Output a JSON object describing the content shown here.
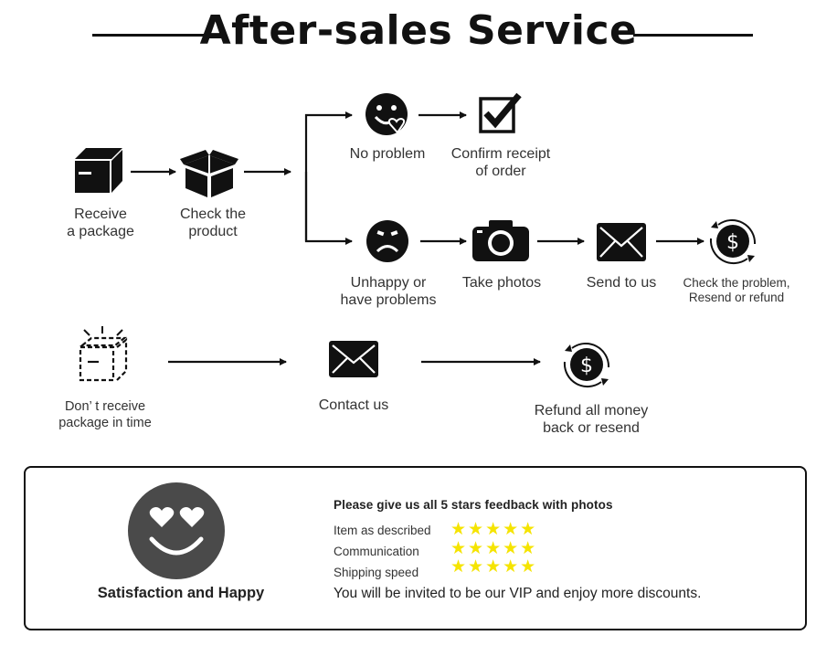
{
  "title": "After-sales Service",
  "flow": {
    "receive": "Receive\na package",
    "check": "Check the\nproduct",
    "no_problem": "No problem",
    "confirm": "Confirm receipt\nof order",
    "unhappy": "Unhappy or\nhave problems",
    "photos": "Take photos",
    "send": "Send to us",
    "check_problem": "Check the problem,\nResend or refund",
    "not_received": "Don’ t receive\npackage in time",
    "contact": "Contact us",
    "refund": "Refund all money\nback or resend"
  },
  "feedback": {
    "title": "Please give us all 5 stars feedback with photos",
    "ratings": [
      {
        "label": "Item as described",
        "stars": "★★★★★",
        "value": 5
      },
      {
        "label": "Communication",
        "stars": "★★★★★",
        "value": 5
      },
      {
        "label": "Shipping speed",
        "stars": "★★★★★",
        "value": 5
      }
    ],
    "vip": "You will be invited to be our VIP and enjoy more discounts.",
    "happy_label": "Satisfaction and Happy",
    "star_color": "#f5e400"
  },
  "icons": {
    "receive": "closed-box-icon",
    "check": "open-box-icon",
    "no_problem": "smiling-heart-face-icon",
    "confirm": "checkbox-check-icon",
    "unhappy": "sad-face-icon",
    "photos": "camera-icon",
    "send": "envelope-icon",
    "check_problem": "dollar-refund-icon",
    "not_received": "dashed-box-icon",
    "contact": "envelope-icon",
    "refund": "dollar-refund-icon",
    "happy": "heart-eyes-face-icon"
  }
}
